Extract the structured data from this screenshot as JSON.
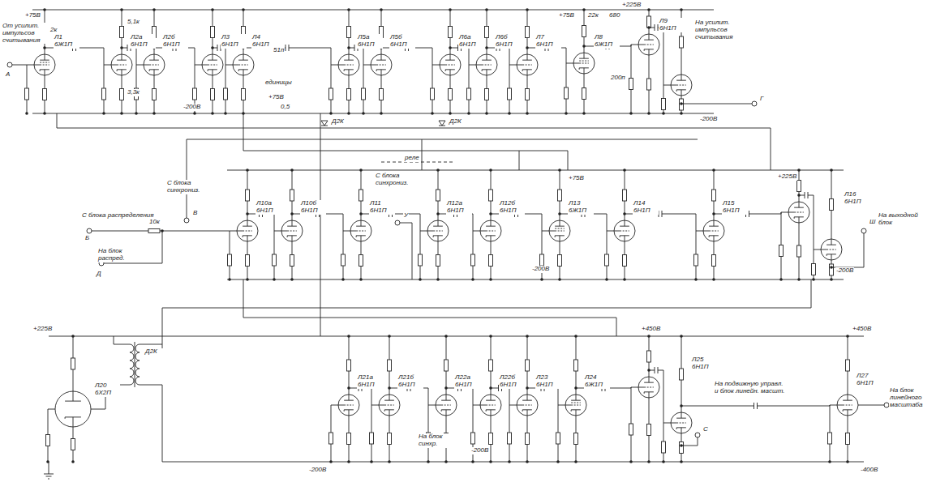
{
  "diagram": {
    "labels": [
      "От усилит. импульсов считывания",
      "А",
      "Л1 6Ж1П",
      "+75В",
      "2к",
      "Л2а 6Н1П",
      "Л2б 6Н1П",
      "5,1к",
      "3,3к",
      "-200В",
      "Л3 6Н1П",
      "Л4 6Н1П",
      "51п",
      "единицы",
      "+75В",
      "0,5",
      "Л5а 6Н1П",
      "Л5б 6Н1П",
      "Д2К",
      "Л6а 6Н1П",
      "Л6б 6Н1П",
      "Д2К",
      "Л7 6Н1П",
      "+75В",
      "22к",
      "680",
      "Л8 6Ж1П",
      "200п",
      "+225В",
      "Л9 6Н1П",
      "На усилит. импульсов считывания",
      "Г",
      "-200В",
      "С блока распределения",
      "Б",
      "10к",
      "На блок распред.",
      "Д",
      "С блока синхрониз.",
      "В",
      "Л10а 6Н1П",
      "Л10б 6Н1П",
      "реле",
      "Л11 6Н1П",
      "С блока синхрониз.",
      "У",
      "Л12а 6Н1П",
      "Л12б 6Н1П",
      "Л13 6Ж1П",
      "+75В",
      "-200В",
      "Л14 6Н1П",
      "Л15 6Н1П",
      "+225В",
      "Л16 6Н1П",
      "Ш",
      "На выходной блок",
      "-200В",
      "+225В",
      "Л20 6Х2П",
      "Д2К",
      "Л21а 6Н1П",
      "Л21б 6Н1П",
      "Л22а 6Н1П",
      "Л22б 6Н1П",
      "На блок синхр.",
      "-200В",
      "Л23 6Н1П",
      "Л24 6Ж1П",
      "+450В",
      "Л25 6Н1П",
      "С",
      "На подвижную управл. и блок линейн. масшт.",
      "+450В",
      "Л27 6Н1П",
      "На блок линейного масштаба",
      "-400В",
      "-200В"
    ]
  }
}
